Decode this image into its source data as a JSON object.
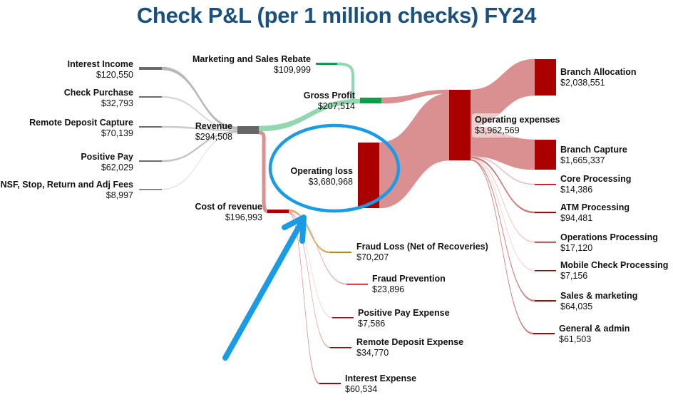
{
  "chart_data": {
    "type": "sankey",
    "title": "Check P&L (per 1 million checks) FY24",
    "currency_prefix": "$",
    "nodes": [
      {
        "id": "interest_income",
        "label": "Interest Income",
        "value": 120550,
        "color": "#6b6b6b",
        "role": "revenue-source"
      },
      {
        "id": "check_purchase",
        "label": "Check Purchase",
        "value": 32793,
        "color": "#6b6b6b",
        "role": "revenue-source"
      },
      {
        "id": "remote_deposit_capture",
        "label": "Remote Deposit Capture",
        "value": 70139,
        "color": "#6b6b6b",
        "role": "revenue-source"
      },
      {
        "id": "positive_pay",
        "label": "Positive Pay",
        "value": 62029,
        "color": "#6b6b6b",
        "role": "revenue-source"
      },
      {
        "id": "nsf_fees",
        "label": "NSF, Stop, Return and Adj Fees",
        "value": 8997,
        "color": "#6b6b6b",
        "role": "revenue-source"
      },
      {
        "id": "revenue",
        "label": "Revenue",
        "value": 294508,
        "color": "#666666",
        "role": "total"
      },
      {
        "id": "marketing_rebate",
        "label": "Marketing and Sales Rebate",
        "value": 109999,
        "color": "#0f9e48",
        "role": "profit-source"
      },
      {
        "id": "gross_profit",
        "label": "Gross Profit",
        "value": 207514,
        "color": "#0f9e48",
        "role": "profit"
      },
      {
        "id": "cost_of_revenue",
        "label": "Cost of revenue",
        "value": 196993,
        "color": "#aa0000",
        "role": "expense"
      },
      {
        "id": "operating_loss",
        "label": "Operating loss",
        "value": 3680968,
        "color": "#aa0000",
        "role": "loss"
      },
      {
        "id": "operating_expenses",
        "label": "Operating expenses",
        "value": 3962569,
        "color": "#aa0000",
        "role": "expense"
      },
      {
        "id": "branch_allocation",
        "label": "Branch Allocation",
        "value": 2038551,
        "color": "#aa0000",
        "role": "expense"
      },
      {
        "id": "branch_capture",
        "label": "Branch Capture",
        "value": 1665337,
        "color": "#aa0000",
        "role": "expense"
      },
      {
        "id": "core_processing",
        "label": "Core Processing",
        "value": 14386,
        "color": "#aa0000",
        "role": "expense"
      },
      {
        "id": "atm_processing",
        "label": "ATM Processing",
        "value": 94481,
        "color": "#aa0000",
        "role": "expense"
      },
      {
        "id": "operations_processing",
        "label": "Operations Processing",
        "value": 17120,
        "color": "#aa0000",
        "role": "expense"
      },
      {
        "id": "mobile_check_processing",
        "label": "Mobile Check Processing",
        "value": 7156,
        "color": "#aa0000",
        "role": "expense"
      },
      {
        "id": "sales_marketing",
        "label": "Sales & marketing",
        "value": 64035,
        "color": "#aa0000",
        "role": "expense"
      },
      {
        "id": "general_admin",
        "label": "General & admin",
        "value": 61503,
        "color": "#aa0000",
        "role": "expense"
      },
      {
        "id": "fraud_loss",
        "label": "Fraud Loss (Net of Recoveries)",
        "value": 70207,
        "color": "#b8860b",
        "role": "expense"
      },
      {
        "id": "fraud_prevention",
        "label": "Fraud Prevention",
        "value": 23896,
        "color": "#aa0000",
        "role": "expense"
      },
      {
        "id": "positive_pay_expense",
        "label": "Positive Pay Expense",
        "value": 7586,
        "color": "#aa0000",
        "role": "expense"
      },
      {
        "id": "remote_deposit_expense",
        "label": "Remote Deposit Expense",
        "value": 34770,
        "color": "#aa0000",
        "role": "expense"
      },
      {
        "id": "interest_expense",
        "label": "Interest Expense",
        "value": 60534,
        "color": "#aa0000",
        "role": "expense"
      }
    ],
    "links": [
      {
        "source": "interest_income",
        "target": "revenue",
        "value": 120550
      },
      {
        "source": "check_purchase",
        "target": "revenue",
        "value": 32793
      },
      {
        "source": "remote_deposit_capture",
        "target": "revenue",
        "value": 70139
      },
      {
        "source": "positive_pay",
        "target": "revenue",
        "value": 62029
      },
      {
        "source": "nsf_fees",
        "target": "revenue",
        "value": 8997
      },
      {
        "source": "revenue",
        "target": "gross_profit",
        "value": 97515
      },
      {
        "source": "marketing_rebate",
        "target": "gross_profit",
        "value": 109999
      },
      {
        "source": "revenue",
        "target": "cost_of_revenue",
        "value": 196993
      },
      {
        "source": "gross_profit",
        "target": "operating_expenses",
        "value": 207514
      },
      {
        "source": "operating_loss",
        "target": "operating_expenses",
        "value": 3680968
      },
      {
        "source": "operating_expenses",
        "target": "branch_allocation",
        "value": 2038551
      },
      {
        "source": "operating_expenses",
        "target": "branch_capture",
        "value": 1665337
      },
      {
        "source": "operating_expenses",
        "target": "core_processing",
        "value": 14386
      },
      {
        "source": "operating_expenses",
        "target": "atm_processing",
        "value": 94481
      },
      {
        "source": "operating_expenses",
        "target": "operations_processing",
        "value": 17120
      },
      {
        "source": "operating_expenses",
        "target": "mobile_check_processing",
        "value": 7156
      },
      {
        "source": "operating_expenses",
        "target": "sales_marketing",
        "value": 64035
      },
      {
        "source": "operating_expenses",
        "target": "general_admin",
        "value": 61503
      },
      {
        "source": "cost_of_revenue",
        "target": "fraud_loss",
        "value": 70207
      },
      {
        "source": "cost_of_revenue",
        "target": "fraud_prevention",
        "value": 23896
      },
      {
        "source": "cost_of_revenue",
        "target": "positive_pay_expense",
        "value": 7586
      },
      {
        "source": "cost_of_revenue",
        "target": "remote_deposit_expense",
        "value": 34770
      },
      {
        "source": "cost_of_revenue",
        "target": "interest_expense",
        "value": 60534
      }
    ],
    "annotations": [
      {
        "type": "ellipse-highlight",
        "target": "operating_loss",
        "color": "#1a9be6"
      },
      {
        "type": "arrow",
        "points_to": "operating_loss",
        "color": "#1a9be6"
      }
    ]
  }
}
